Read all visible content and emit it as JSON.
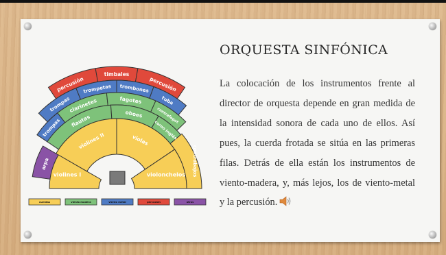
{
  "slide": {
    "title": "ORQUESTA SINFÓNICA",
    "paragraph": "La colocación de los instrumentos frente al director de orquesta depende en gran medida de la intensidad sonora de cada uno de ellos. Así pues, la cuerda frotada se sitúa en las primeras filas. Detrás de ella están los instrumentos de viento-madera, y, más lejos, los de viento-metal y la percusión.",
    "speaker_icon": "speaker-icon"
  },
  "orchestra": {
    "colors": {
      "cuerdas": "#f7ce57",
      "viento_madera": "#7ec27a",
      "viento_metal": "#4f7bc4",
      "percusion": "#e0493b",
      "otros": "#8a53a6",
      "outline": "#333333",
      "podium": "#7a7a7a"
    },
    "sections": {
      "percusion_left": "percusión",
      "timbales": "timbales",
      "percusion_right": "percusión",
      "trompas_upper": "trompas",
      "trompetas": "trompetas",
      "trombones": "trombones",
      "tuba": "tuba",
      "trompas_lower": "trompas",
      "clarinetes": "clarinetes",
      "fagotes": "fagotes",
      "contrafagot": "contrafagot",
      "flautas": "flautas",
      "oboes": "oboes",
      "corno_ingles": "corno inglés",
      "arpa": "arpa",
      "violines_ii": "violines II",
      "violas": "violas",
      "contrabajos": "contrabajos",
      "violines_i": "violines I",
      "violonchelos": "violonchelos"
    },
    "legend": [
      {
        "label": "cuerdas",
        "color": "#f7ce57"
      },
      {
        "label": "viento madera",
        "color": "#7ec27a"
      },
      {
        "label": "viento metal",
        "color": "#4f7bc4"
      },
      {
        "label": "percusión",
        "color": "#e0493b"
      },
      {
        "label": "otros",
        "color": "#8a53a6"
      }
    ]
  }
}
